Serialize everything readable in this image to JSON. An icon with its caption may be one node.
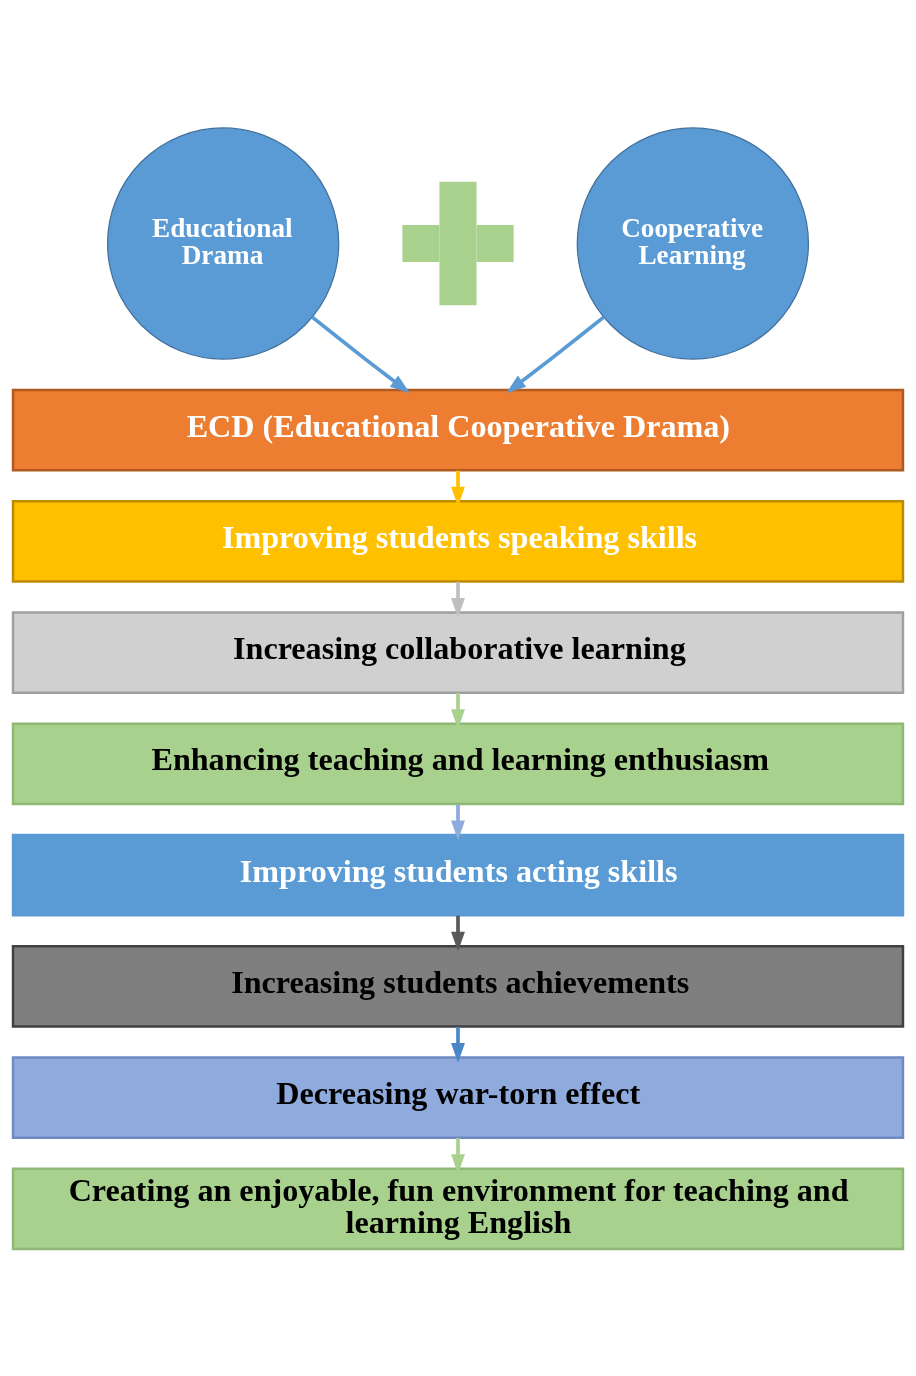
{
  "diagram": {
    "nodes": [
      {
        "text": [
          "Educational Drama"
        ]
      },
      {
        "text": [],
        "shape": "plus"
      },
      {
        "text": [
          "Cooperative Learning"
        ]
      },
      {
        "text": [
          "ECD (Educational Cooperative Drama)"
        ]
      },
      {
        "text": [
          "Improving students speaking skills"
        ]
      },
      {
        "text": [
          "Increasing collaborative learning"
        ]
      },
      {
        "text": [
          "Enhancing teaching and learning enthusiasm"
        ]
      },
      {
        "text": [
          "Improving students acting skills"
        ]
      },
      {
        "text": [
          "Increasing students achievements"
        ]
      },
      {
        "text": [
          "Decreasing war-torn effect"
        ]
      },
      {
        "text": [
          "Creating an enjoyable, fun environment for teaching and learning English"
        ]
      }
    ],
    "edges": [
      {
        "from": 0,
        "to": 3,
        "arrow": "to",
        "color": "#5b9bd5"
      },
      {
        "from": 2,
        "to": 3,
        "arrow": "to",
        "color": "#5b9bd5"
      },
      {
        "from": 3,
        "to": 4,
        "arrow": "to",
        "color": "#ffc000"
      },
      {
        "from": 4,
        "to": 5,
        "arrow": "to",
        "color": "#bfbfbf"
      },
      {
        "from": 5,
        "to": 6,
        "arrow": "to",
        "color": "#a9d18e"
      },
      {
        "from": 6,
        "to": 7,
        "arrow": "to",
        "color": "#8faadc"
      },
      {
        "from": 7,
        "to": 8,
        "arrow": "to",
        "color": "#595959"
      },
      {
        "from": 8,
        "to": 9,
        "arrow": "to",
        "color": "#4a86c8"
      },
      {
        "from": 9,
        "to": 10,
        "arrow": "to",
        "color": "#a9d18e"
      }
    ]
  }
}
